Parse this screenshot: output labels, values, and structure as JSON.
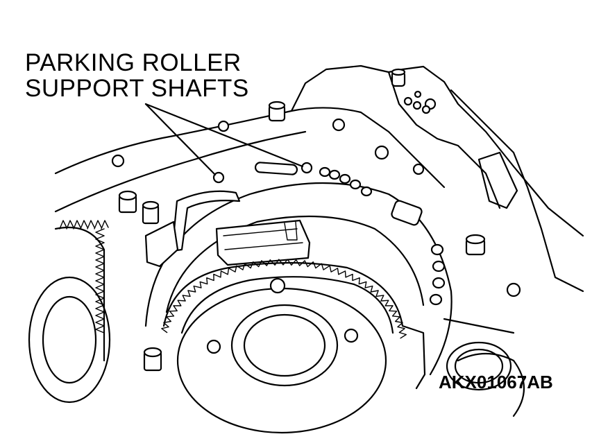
{
  "callout": {
    "line1": "PARKING ROLLER",
    "line2": "SUPPORT SHAFTS"
  },
  "reference_code": "AKX01067AB",
  "colors": {
    "ink": "#000000",
    "paper": "#ffffff"
  }
}
